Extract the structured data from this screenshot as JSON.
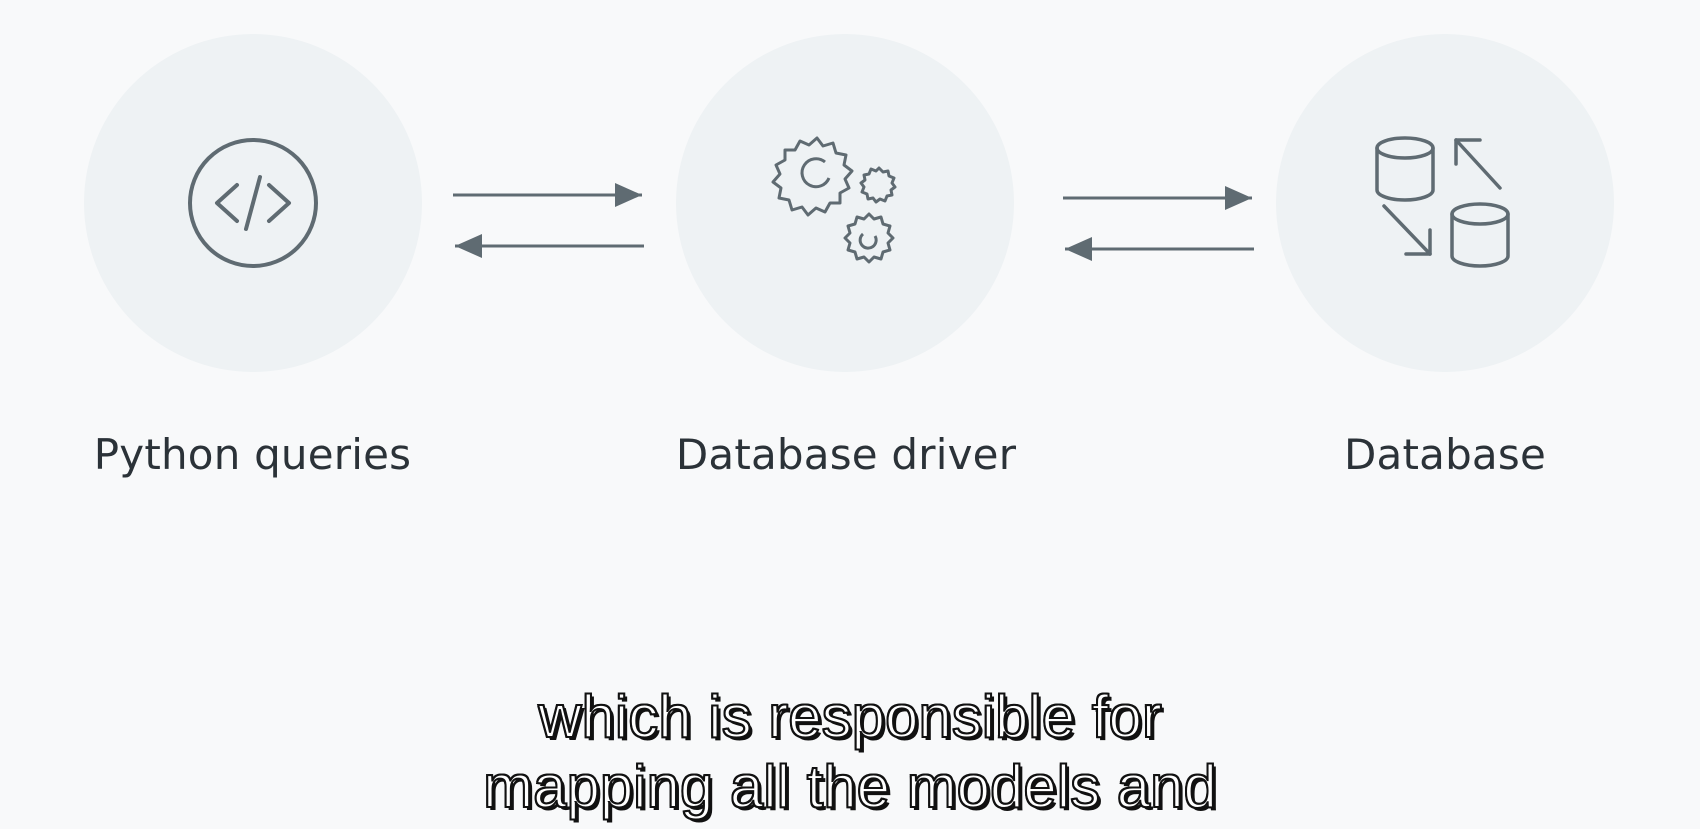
{
  "nodes": [
    {
      "id": "python",
      "label": "Python queries",
      "icon": "code-icon"
    },
    {
      "id": "driver",
      "label": "Database driver",
      "icon": "gears-icon"
    },
    {
      "id": "database",
      "label": "Database",
      "icon": "database-sync-icon"
    }
  ],
  "connections": [
    {
      "from": "Python queries",
      "to": "Database driver",
      "direction": "bidirectional"
    },
    {
      "from": "Database driver",
      "to": "Database",
      "direction": "bidirectional"
    }
  ],
  "caption": {
    "line1": "which is responsible for",
    "line2": "mapping all the models and"
  },
  "colors": {
    "background": "#f8f9fa",
    "circle": "#eef2f4",
    "stroke": "#5f6b72",
    "label": "#2b3238"
  }
}
